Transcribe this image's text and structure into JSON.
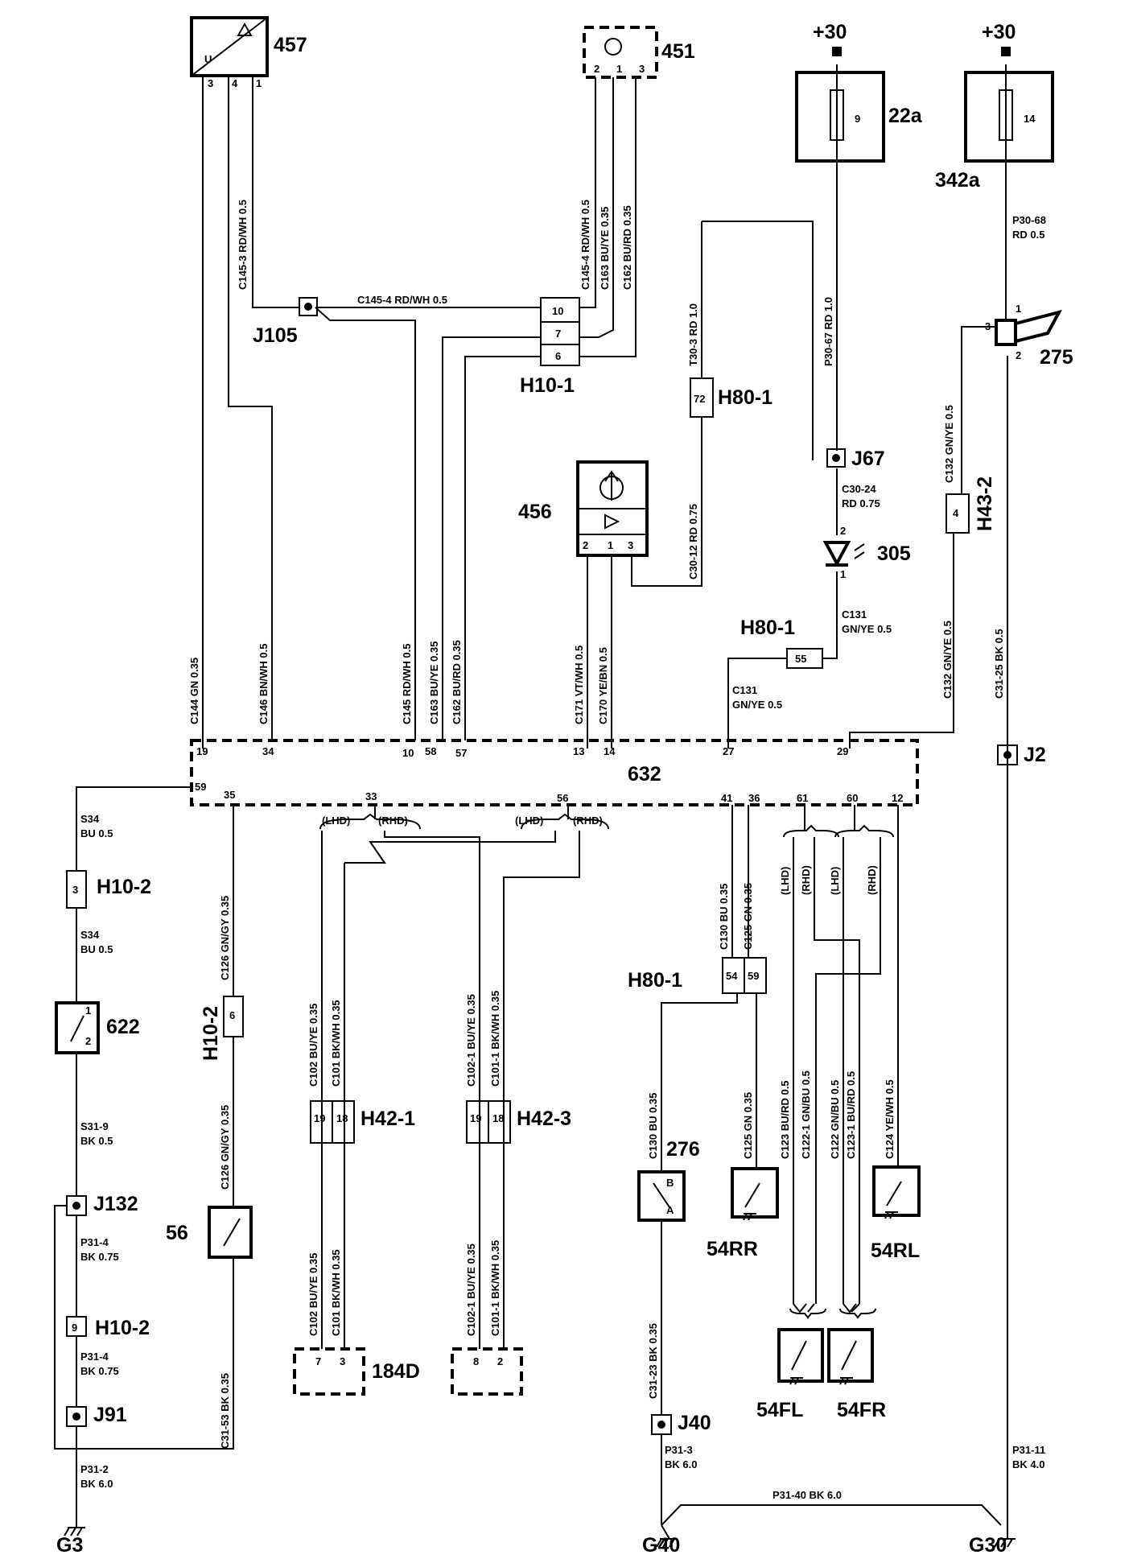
{
  "components": {
    "c457": "457",
    "c451": "451",
    "c22a": "22a",
    "c342a": "342a",
    "p30_left": "+30",
    "p30_right": "+30",
    "fuse9": "9",
    "fuse14": "14",
    "j105": "J105",
    "h10_1": "H10-1",
    "h80_1_top": "H80-1",
    "j67": "J67",
    "c456": "456",
    "c305": "305",
    "h80_1_mid": "H80-1",
    "h43_2": "H43-2",
    "c275": "275",
    "c632": "632",
    "j2": "J2",
    "h10_2_top": "H10-2",
    "c622": "622",
    "h10_2_side": "H10-2",
    "j132": "J132",
    "c56": "56",
    "h10_2_bottom": "H10-2",
    "j91": "J91",
    "h42_1": "H42-1",
    "h42_3": "H42-3",
    "c184d": "184D",
    "h80_1_low": "H80-1",
    "c276": "276",
    "c54rr": "54RR",
    "c54rl": "54RL",
    "c54fl": "54FL",
    "c54fr": "54FR",
    "j40": "J40",
    "g3": "G3",
    "g40": "G40",
    "g30": "G30"
  },
  "pins": {
    "u": "U",
    "p457_3": "3",
    "p457_4": "4",
    "p457_1": "1",
    "p451_2": "2",
    "p451_1": "1",
    "p451_3": "3",
    "h10_1_10": "10",
    "h10_1_7": "7",
    "h10_1_6": "6",
    "h80_72": "72",
    "p456_2": "2",
    "p456_1": "1",
    "p456_3": "3",
    "p305_2": "2",
    "p305_1": "1",
    "h80_55": "55",
    "h43_4": "4",
    "p275_1": "1",
    "p275_3": "3",
    "p275_2": "2",
    "c632_19": "19",
    "c632_34": "34",
    "c632_10": "10",
    "c632_58": "58",
    "c632_57": "57",
    "c632_13": "13",
    "c632_14": "14",
    "c632_27": "27",
    "c632_29": "29",
    "c632_59": "59",
    "c632_35": "35",
    "c632_33": "33",
    "c632_56": "56",
    "c632_41": "41",
    "c632_36": "36",
    "c632_61": "61",
    "c632_60": "60",
    "c632_12": "12",
    "h10_2_3": "3",
    "p622_1": "1",
    "p622_2": "2",
    "h10_2_6": "6",
    "h10_2_9": "9",
    "h42_1_19": "19",
    "h42_1_18": "18",
    "h42_3_19": "19",
    "h42_3_18": "18",
    "h80_54": "54",
    "h80_59": "59",
    "p184d_7": "7",
    "p184d_3": "3",
    "p184d_8": "8",
    "p184d_2": "2",
    "p276_b": "B",
    "p276_a": "A"
  },
  "wires": {
    "w_c145_3": "C145-3   RD/WH 0.5",
    "w_c145_4h": "C145-4   RD/WH 0.5",
    "w_c145_4v": "C145-4   RD/WH 0.5",
    "w_c163_top": "C163   BU/YE 0.35",
    "w_c162_top": "C162   BU/RD 0.35",
    "w_t30_3": "T30-3   RD 1.0",
    "w_p30_67": "P30-67   RD 1.0",
    "w_p30_68a": "P30-68",
    "w_p30_68b": "RD 0.5",
    "w_c30_12": "C30-12   RD 0.75",
    "w_c30_24a": "C30-24",
    "w_c30_24b": "RD 0.75",
    "w_c131a": "C131",
    "w_c131b": "GN/YE  0.5",
    "w_c131c": "C131",
    "w_c131d": "GN/YE  0.5",
    "w_c132_up": "C132   GN/YE 0.5",
    "w_c132_dn": "C132   GN/YE 0.5",
    "w_c31_25": "C31-25   BK 0.5",
    "w_c144": "C144   GN 0.35",
    "w_c146": "C146   BN/WH 0.5",
    "w_c145": "C145   RD/WH 0.5",
    "w_c163": "C163   BU/YE 0.35",
    "w_c162": "C162   BU/RD 0.35",
    "w_c171": "C171   VT/WH 0.5",
    "w_c170": "C170   YE/BN 0.5",
    "w_s34a1": "S34",
    "w_s34a2": "BU  0.5",
    "w_s34b1": "S34",
    "w_s34b2": "BU  0.5",
    "w_s31_9a": "S31-9",
    "w_s31_9b": "BK  0.5",
    "w_p31_4a1": "P31-4",
    "w_p31_4a2": "BK  0.75",
    "w_p31_4b1": "P31-4",
    "w_p31_4b2": "BK  0.75",
    "w_p31_2a": "P31-2",
    "w_p31_2b": "BK  6.0",
    "w_c126_up": "C126   GN/GY 0.35",
    "w_c126_dn": "C126   GN/GY 0.35",
    "w_c31_53": "C31-53   BK 0.35",
    "lhd1": "(LHD)",
    "rhd1": "(RHD)",
    "lhd2": "(LHD)",
    "rhd2": "(RHD)",
    "w_c102_up": "C102   BU/YE 0.35",
    "w_c101_up": "C101   BK/WH 0.35",
    "w_c102_1_up": "C102-1   BU/YE 0.35",
    "w_c101_1_up": "C101-1   BK/WH 0.35",
    "w_c102_dn": "C102   BU/YE 0.35",
    "w_c101_dn": "C101   BK/WH 0.35",
    "w_c102_1_dn": "C102-1   BU/YE 0.35",
    "w_c101_1_dn": "C101-1   BK/WH 0.35",
    "w_c130_up": "C130   BU 0.35",
    "w_c125_up": "C125   GN 0.35",
    "lhd3": "(LHD)",
    "rhd3": "(RHD)",
    "lhd4": "(LHD)",
    "rhd4": "(RHD)",
    "w_c130_dn": "C130   BU 0.35",
    "w_c125_dn": "C125   GN 0.35",
    "w_c123": "C123   BU/RD 0.5",
    "w_c122_1": "C122-1   GN/BU 0.5",
    "w_c122": "C122   GN/BU 0.5",
    "w_c123_1": "C123-1   BU/RD 0.5",
    "w_c124": "C124   YE/WH 0.5",
    "w_c31_23": "C31-23   BK 0.35",
    "w_p31_3a": "P31-3",
    "w_p31_3b": "BK  6.0",
    "w_p31_40": "P31-40   BK  6.0",
    "w_p31_11a": "P31-11",
    "w_p31_11b": "BK  4.0"
  }
}
